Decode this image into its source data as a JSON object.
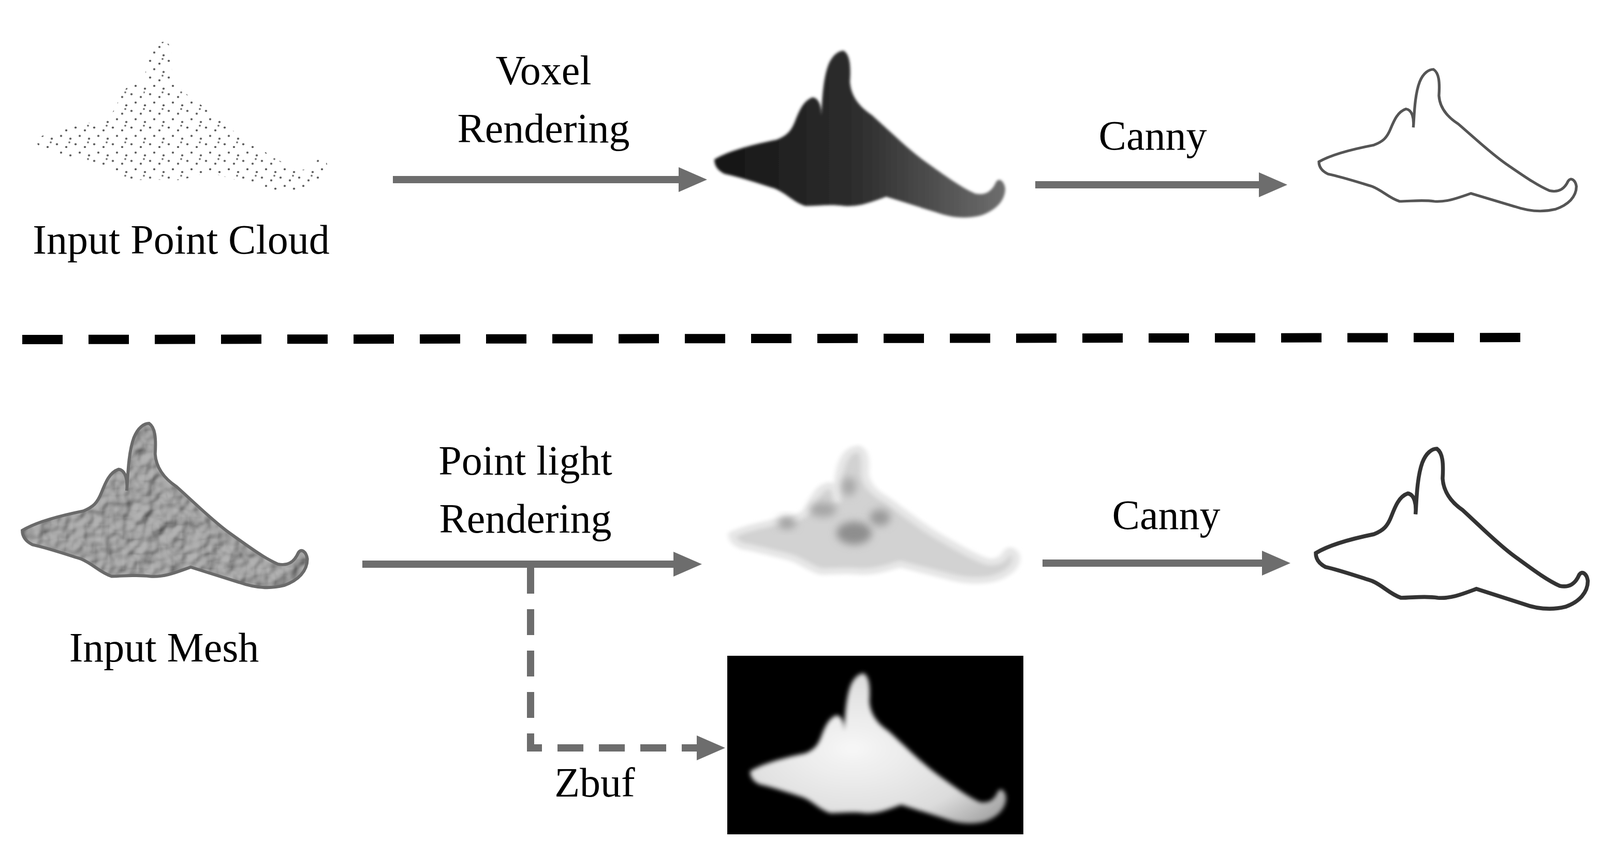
{
  "diagram": {
    "nodes": [
      {
        "text": [
          "Input Point Cloud"
        ]
      },
      {
        "text": []
      },
      {
        "text": []
      },
      {
        "text": [
          "Input Mesh"
        ]
      },
      {
        "text": []
      },
      {
        "text": []
      },
      {
        "text": []
      }
    ],
    "edges": [
      {
        "from": 0,
        "to": 1,
        "label": "Voxel Rendering",
        "arrow": "to"
      },
      {
        "from": 1,
        "to": 2,
        "label": "Canny",
        "arrow": "to"
      },
      {
        "from": 3,
        "to": 4,
        "label": "Point light Rendering",
        "arrow": "to"
      },
      {
        "from": 4,
        "to": 5,
        "label": "Canny",
        "arrow": "to"
      },
      {
        "from": 3,
        "to": 6,
        "label": "Zbuf",
        "arrow": "to"
      }
    ]
  }
}
